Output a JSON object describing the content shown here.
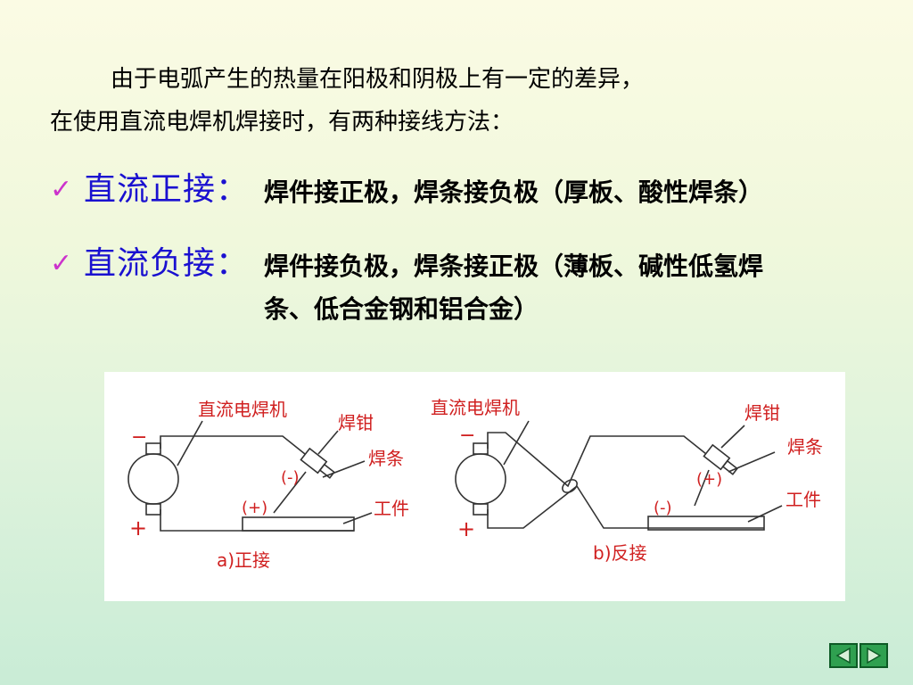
{
  "intro": {
    "line1": "由于电弧产生的热量在阳极和阴极上有一定的差异，",
    "line2": "在使用直流电焊机焊接时，有两种接线方法："
  },
  "bullets": [
    {
      "check": "✓",
      "term": "直流正接",
      "colon": "：",
      "desc_line1": "焊件接正极，焊条接负极（厚板、酸性焊条）",
      "desc_line2": ""
    },
    {
      "check": "✓",
      "term": "直流负接",
      "colon": "：",
      "desc_line1": "焊件接负极，焊条接正极（薄板、碱性低氢焊",
      "desc_line2": "条、低合金钢和铝合金）"
    }
  ],
  "diagram": {
    "left": {
      "machine_label": "直流电焊机",
      "minus_sign": "−",
      "plus_sign": "+",
      "holder_label": "焊钳",
      "rod_label": "焊条",
      "work_label": "工件",
      "rod_polarity": "(-)",
      "work_polarity": "(+)",
      "caption": "a)正接"
    },
    "right": {
      "machine_label": "直流电焊机",
      "minus_sign": "−",
      "plus_sign": "+",
      "holder_label": "焊钳",
      "rod_label": "焊条",
      "work_label": "工件",
      "rod_polarity": "(+)",
      "work_polarity": "(-)",
      "caption": "b)反接"
    },
    "colors": {
      "label": "#d02020",
      "line": "#333333"
    }
  },
  "nav": {
    "prev_icon": "triangle-left-icon",
    "next_icon": "triangle-right-icon",
    "color": "#2fa050"
  }
}
